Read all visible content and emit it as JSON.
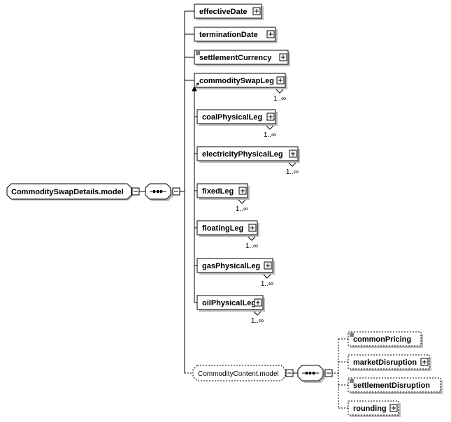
{
  "root": {
    "label": "CommoditySwapDetails.model"
  },
  "sequence": {
    "name": "sequence"
  },
  "elements": [
    {
      "label": "effectiveDate",
      "expandable": true,
      "doc": false,
      "optional": false,
      "cardinality": ""
    },
    {
      "label": "terminationDate",
      "expandable": true,
      "doc": false,
      "optional": false,
      "cardinality": ""
    },
    {
      "label": "settlementCurrency",
      "expandable": true,
      "doc": true,
      "optional": false,
      "cardinality": ""
    },
    {
      "label": "commoditySwapLeg",
      "expandable": true,
      "doc": false,
      "optional": false,
      "cardinality": "1..∞",
      "abstract": true
    }
  ],
  "substitutions": [
    {
      "label": "coalPhysicalLeg",
      "cardinality": "1..∞"
    },
    {
      "label": "electricityPhysicalLeg",
      "cardinality": "1..∞"
    },
    {
      "label": "fixedLeg",
      "cardinality": "1..∞"
    },
    {
      "label": "floatingLeg",
      "cardinality": "1..∞"
    },
    {
      "label": "gasPhysicalLeg",
      "cardinality": "1..∞"
    },
    {
      "label": "oilPhysicalLeg",
      "cardinality": "1..∞"
    }
  ],
  "content_group": {
    "label": "CommodityContent.model",
    "optional": true,
    "children": [
      {
        "label": "commonPricing",
        "doc": true,
        "expandable": false
      },
      {
        "label": "marketDisruption",
        "doc": false,
        "expandable": true
      },
      {
        "label": "settlementDisruption",
        "doc": true,
        "expandable": false
      },
      {
        "label": "rounding",
        "doc": false,
        "expandable": true
      }
    ]
  },
  "colors": {
    "stroke": "#000000",
    "shadow": "#bdbdbd",
    "background": "#ffffff"
  }
}
